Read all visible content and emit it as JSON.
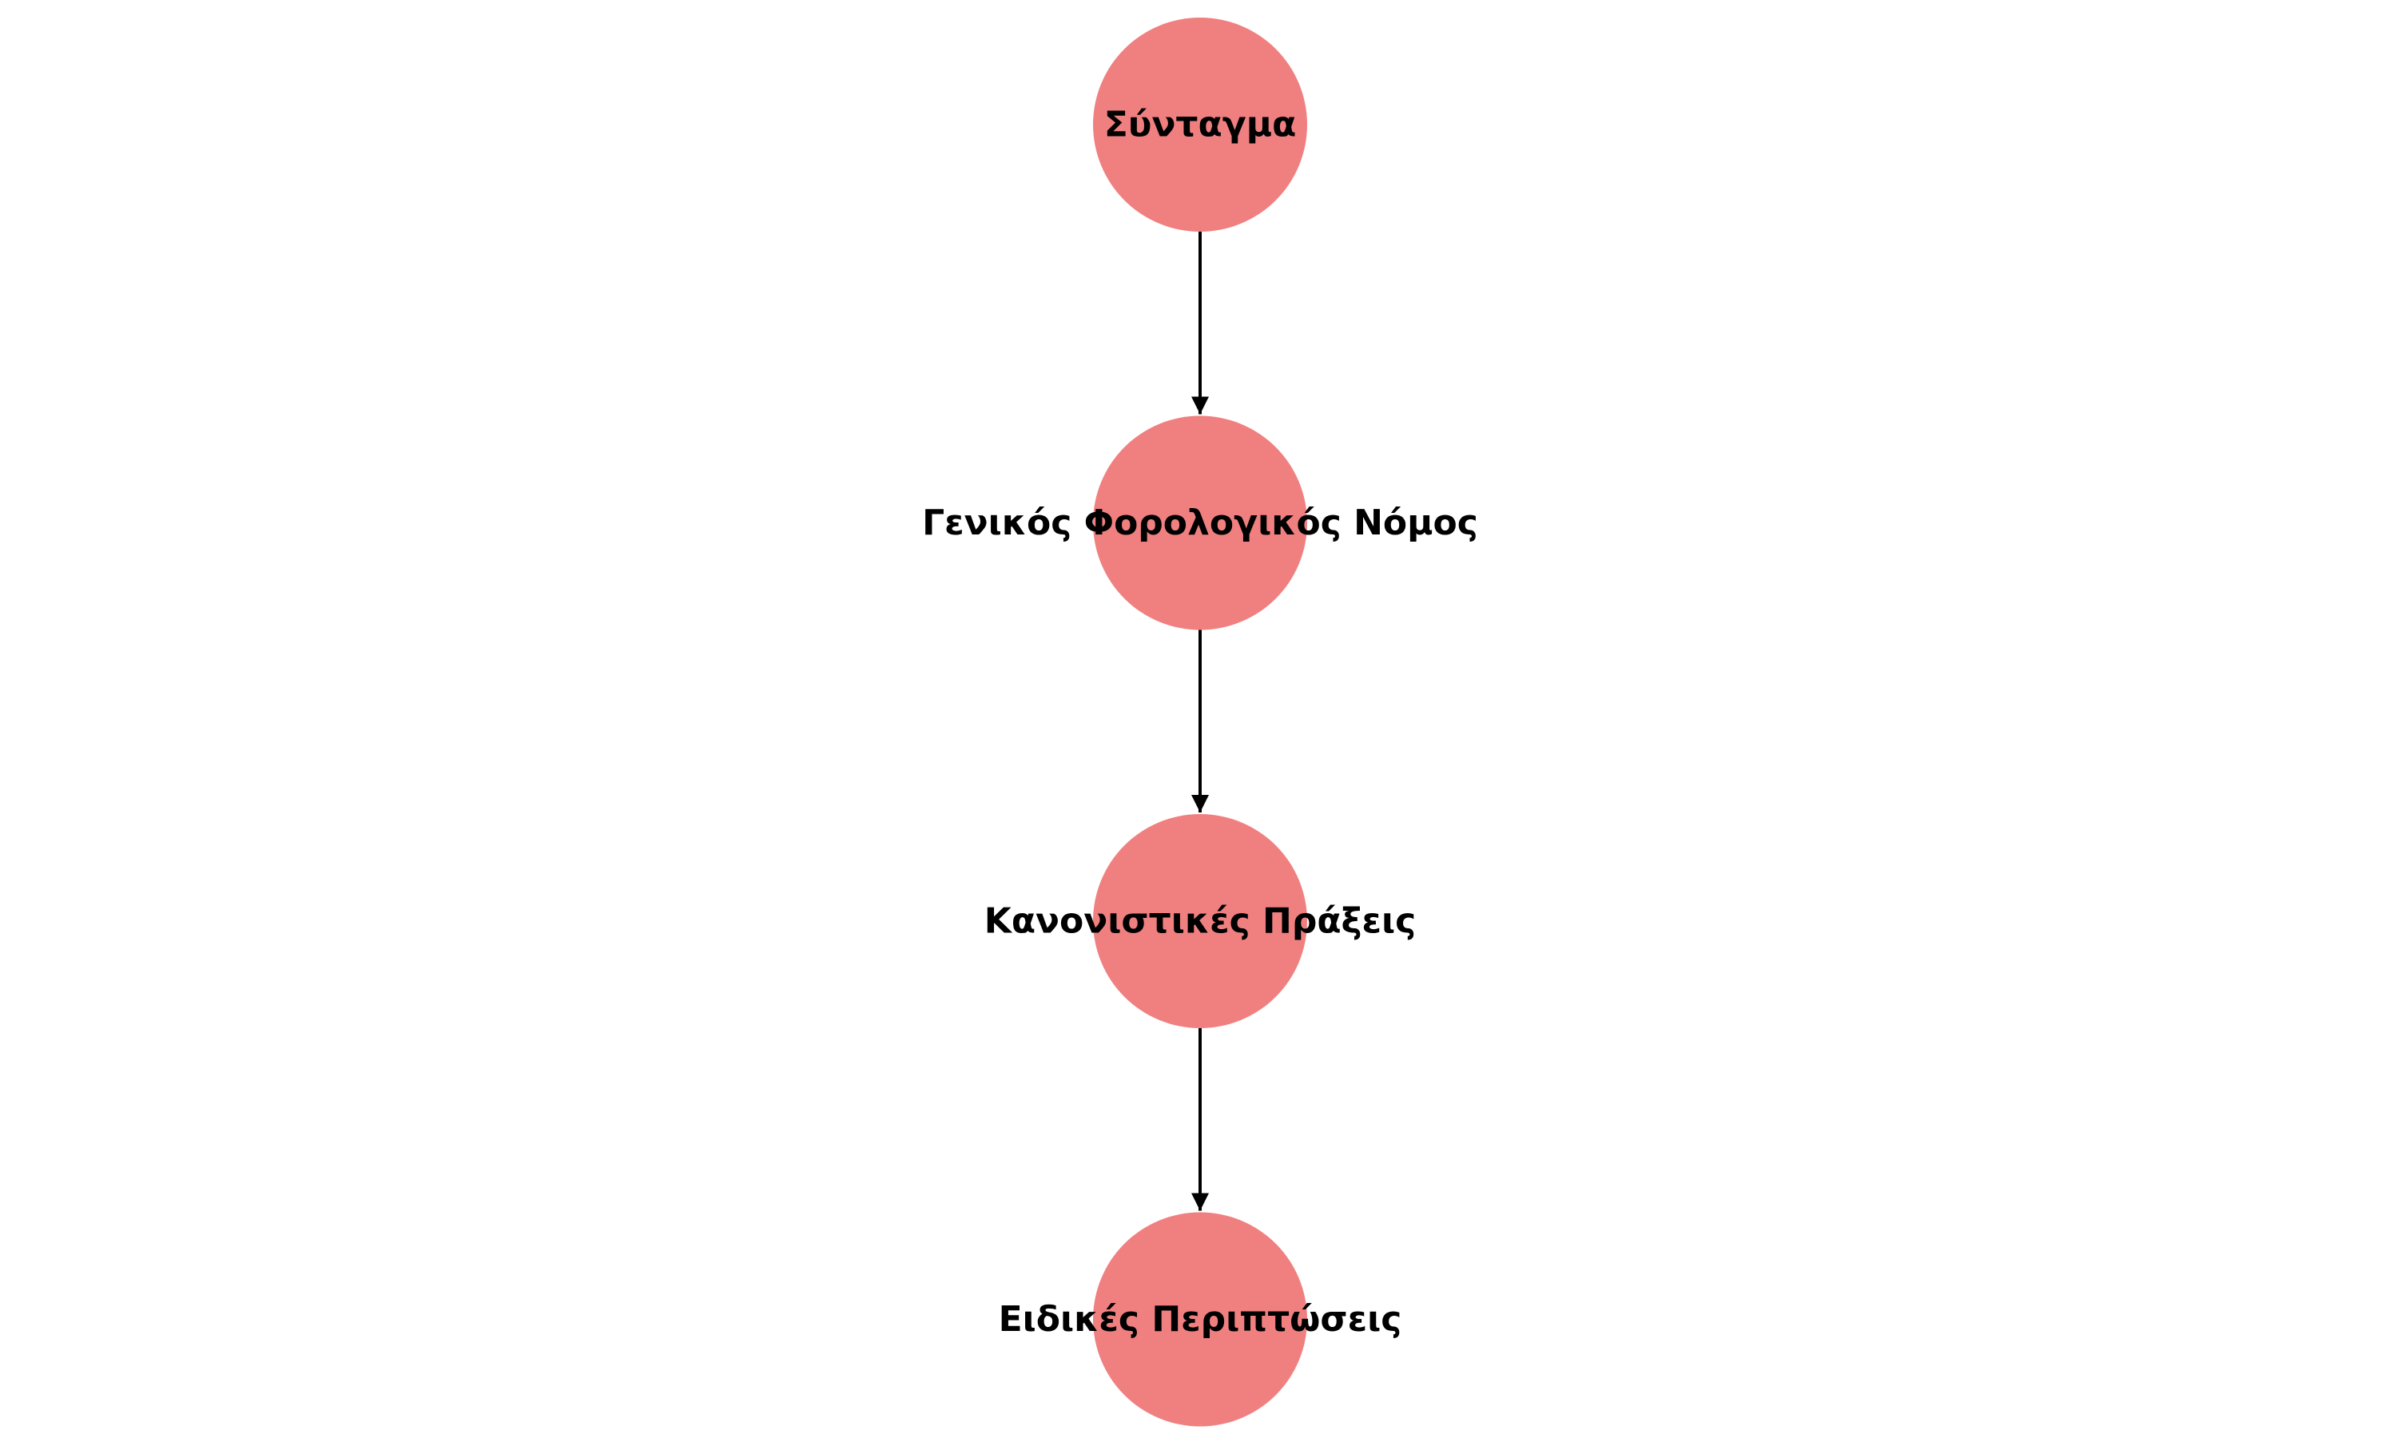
{
  "diagram": {
    "type": "hierarchy",
    "node_color": "#f08080",
    "edge_color": "#000000",
    "nodes": [
      {
        "id": "n1",
        "label": "Σύνταγμα"
      },
      {
        "id": "n2",
        "label": "Γενικός Φορολογικός Νόμος"
      },
      {
        "id": "n3",
        "label": "Κανονιστικές Πράξεις"
      },
      {
        "id": "n4",
        "label": "Ειδικές Περιπτώσεις"
      }
    ],
    "edges": [
      {
        "from": "n1",
        "to": "n2"
      },
      {
        "from": "n2",
        "to": "n3"
      },
      {
        "from": "n3",
        "to": "n4"
      }
    ]
  }
}
